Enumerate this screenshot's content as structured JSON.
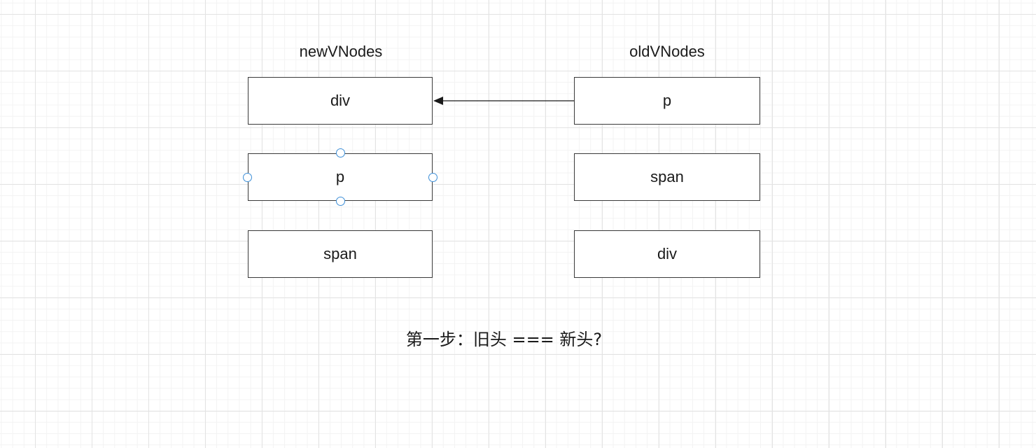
{
  "diagram": {
    "new_title": "newVNodes",
    "old_title": "oldVNodes",
    "new_nodes": [
      "div",
      "p",
      "span"
    ],
    "old_nodes": [
      "p",
      "span",
      "div"
    ],
    "caption": "第一步：旧头 === 新头?",
    "selected_new_node": "p",
    "colors": {
      "border": "#3a3a3a",
      "grid": "#e3e3e3",
      "handle": "#3d8fd8",
      "arrow": "#1a1a1a"
    }
  }
}
